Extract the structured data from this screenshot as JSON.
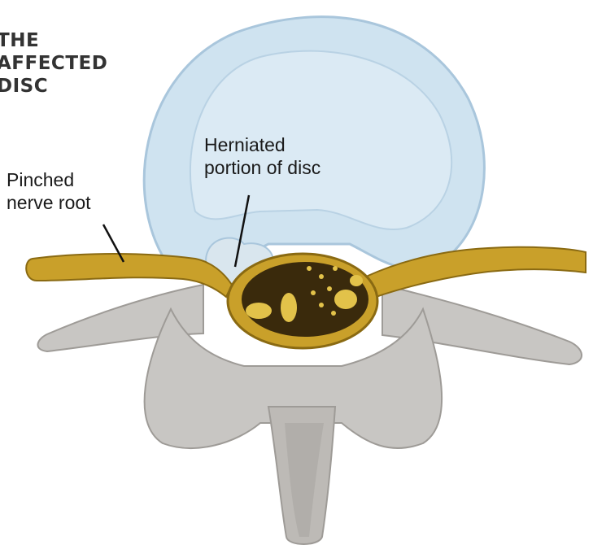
{
  "title": {
    "line1": "THE",
    "line2": "AFFECTED",
    "line3": "DISC"
  },
  "labels": {
    "pinched_line1": "Pinched",
    "pinched_line2": "nerve root",
    "herniated_line1": "Herniated",
    "herniated_line2": "portion of disc"
  },
  "colors": {
    "disc_fill": "#cfe3f0",
    "disc_rim": "#a9c6dc",
    "nerve_fill": "#c9a02a",
    "nerve_dark": "#8a6a12",
    "bone_fill": "#c8c6c3",
    "bone_shadow": "#9e9b97",
    "canal_dark": "#3a2a0c",
    "leader_line": "#111111"
  }
}
